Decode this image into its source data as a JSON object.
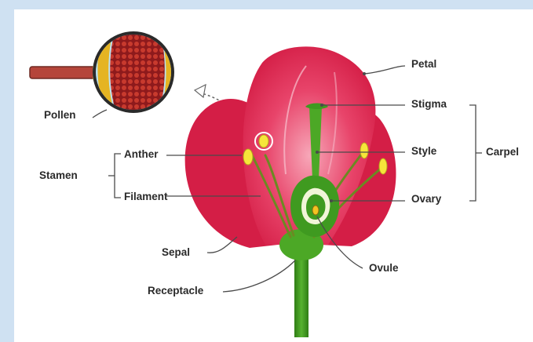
{
  "diagram": {
    "labels": {
      "petal": "Petal",
      "stigma": "Stigma",
      "style": "Style",
      "carpel": "Carpel",
      "ovary": "Ovary",
      "ovule": "Ovule",
      "pollen": "Pollen",
      "anther": "Anther",
      "stamen": "Stamen",
      "filament": "Filament",
      "sepal": "Sepal",
      "receptacle": "Receptacle"
    },
    "colors": {
      "background": "#cfe1f2",
      "petal": "#e0284f",
      "petal_light": "#f38aa2",
      "stem": "#3f9a20",
      "filament": "#6b8a22",
      "anther": "#f6e63a",
      "pollen": "#c0282a",
      "leader": "#4a4a4a"
    }
  }
}
